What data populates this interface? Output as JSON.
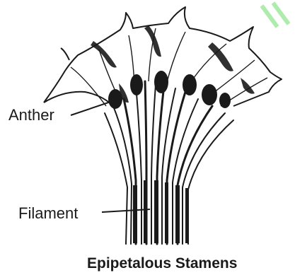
{
  "labels": {
    "anther": "Anther",
    "filament": "Filament"
  },
  "caption": "Epipetalous Stamens",
  "colors": {
    "ink": "#1a1a1a",
    "background": "#ffffff",
    "watermark": "#9be89b"
  }
}
